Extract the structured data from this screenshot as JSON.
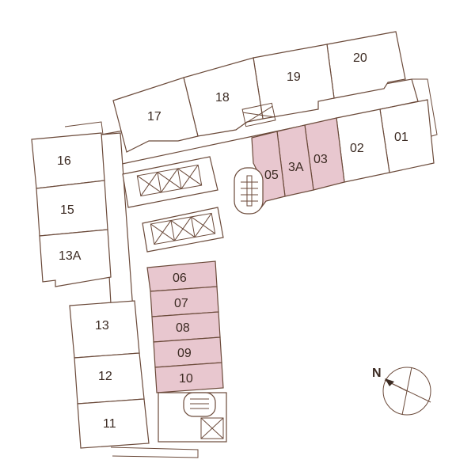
{
  "colors": {
    "wall": "#6b4a3a",
    "highlight": "#e8c7cf",
    "unit_fill": "#ffffff",
    "text": "#3b2a22"
  },
  "units": [
    {
      "id": "20",
      "highlighted": false
    },
    {
      "id": "19",
      "highlighted": false
    },
    {
      "id": "18",
      "highlighted": false
    },
    {
      "id": "17",
      "highlighted": false
    },
    {
      "id": "16",
      "highlighted": false
    },
    {
      "id": "15",
      "highlighted": false
    },
    {
      "id": "13A",
      "highlighted": false
    },
    {
      "id": "13",
      "highlighted": false
    },
    {
      "id": "12",
      "highlighted": false
    },
    {
      "id": "11",
      "highlighted": false
    },
    {
      "id": "01",
      "highlighted": false
    },
    {
      "id": "02",
      "highlighted": false
    },
    {
      "id": "03",
      "highlighted": true
    },
    {
      "id": "3A",
      "highlighted": true
    },
    {
      "id": "05",
      "highlighted": true
    },
    {
      "id": "06",
      "highlighted": true
    },
    {
      "id": "07",
      "highlighted": true
    },
    {
      "id": "08",
      "highlighted": true
    },
    {
      "id": "09",
      "highlighted": true
    },
    {
      "id": "10",
      "highlighted": true
    }
  ],
  "compass": {
    "letter": "N",
    "icon": "compass-rose-icon"
  }
}
